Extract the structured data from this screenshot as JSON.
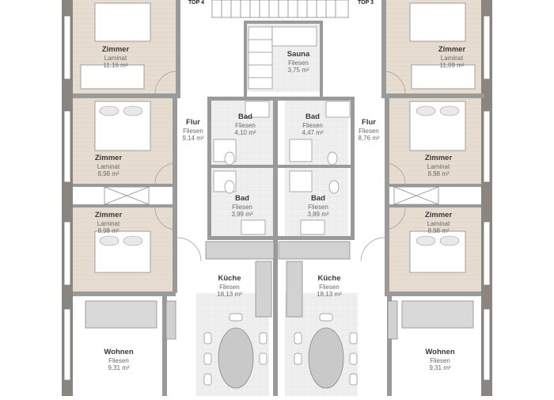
{
  "units": {
    "top4": "TOP 4",
    "top3": "TOP 3"
  },
  "rooms": [
    {
      "name": "Zimmer",
      "material": "Laminat",
      "area": "11,16 m²"
    },
    {
      "name": "Zimmer",
      "material": "Laminat",
      "area": "11,09 m²"
    },
    {
      "name": "Sauna",
      "material": "Fliesen",
      "area": "3,75 m²"
    },
    {
      "name": "Flur",
      "material": "Fliesen",
      "area": "9,14 m²"
    },
    {
      "name": "Bad",
      "material": "Fliesen",
      "area": "4,10 m²"
    },
    {
      "name": "Bad",
      "material": "Fliesen",
      "area": "4,47 m²"
    },
    {
      "name": "Flur",
      "material": "Fliesen",
      "area": "8,76 m²"
    },
    {
      "name": "Zimmer",
      "material": "Laminat",
      "area": "8,98 m²"
    },
    {
      "name": "Zimmer",
      "material": "Laminat",
      "area": "8,98 m²"
    },
    {
      "name": "Bad",
      "material": "Fliesen",
      "area": "3,99 m²"
    },
    {
      "name": "Bad",
      "material": "Fliesen",
      "area": "3,89 m²"
    },
    {
      "name": "Zimmer",
      "material": "Laminat",
      "area": "8,98 m²"
    },
    {
      "name": "Zimmer",
      "material": "Laminat",
      "area": "8,98 m²"
    },
    {
      "name": "Küche",
      "material": "Fliesen",
      "area": "18,13 m²"
    },
    {
      "name": "Küche",
      "material": "Fliesen",
      "area": "18,13 m²"
    },
    {
      "name": "Wohnen",
      "material": "Fliesen",
      "area": "9,31 m²"
    },
    {
      "name": "Wohnen",
      "material": "Fliesen",
      "area": "9,31 m²"
    }
  ],
  "colors": {
    "wall": "#8a8580",
    "laminate": "#e6ddd0",
    "tile": "#ededed",
    "furniture": "#d2d2d2",
    "line": "#8c8c8c"
  }
}
